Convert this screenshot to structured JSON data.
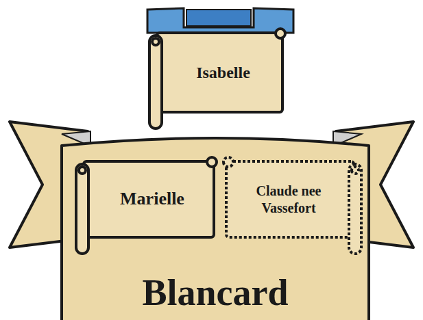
{
  "diagram": {
    "nodes": [
      {
        "text": [
          "Isabelle"
        ]
      },
      {
        "text": [
          "Blancard"
        ]
      },
      {
        "text": [
          "Marielle"
        ],
        "in": 1
      },
      {
        "text": [
          "Claude nee Vassefort"
        ],
        "in": 1
      }
    ]
  }
}
